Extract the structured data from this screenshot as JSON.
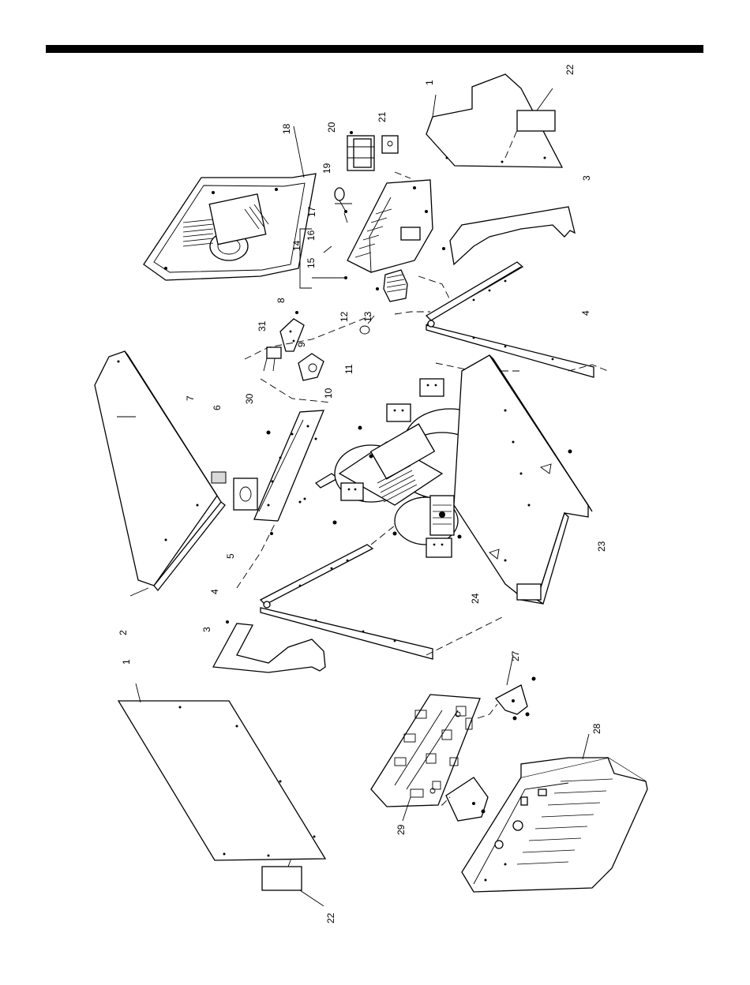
{
  "figure": {
    "type": "exploded-parts-view",
    "callouts": [
      {
        "id": "c1a",
        "label": "1"
      },
      {
        "id": "c1b",
        "label": "1"
      },
      {
        "id": "c2",
        "label": "2"
      },
      {
        "id": "c3a",
        "label": "3"
      },
      {
        "id": "c3b",
        "label": "3"
      },
      {
        "id": "c4a",
        "label": "4"
      },
      {
        "id": "c4b",
        "label": "4"
      },
      {
        "id": "c5",
        "label": "5"
      },
      {
        "id": "c6",
        "label": "6"
      },
      {
        "id": "c7",
        "label": "7"
      },
      {
        "id": "c8",
        "label": "8"
      },
      {
        "id": "c9",
        "label": "9"
      },
      {
        "id": "c10",
        "label": "10"
      },
      {
        "id": "c11",
        "label": "11"
      },
      {
        "id": "c12",
        "label": "12"
      },
      {
        "id": "c13",
        "label": "13"
      },
      {
        "id": "c14",
        "label": "14"
      },
      {
        "id": "c15",
        "label": "15"
      },
      {
        "id": "c16",
        "label": "16"
      },
      {
        "id": "c17",
        "label": "17"
      },
      {
        "id": "c18",
        "label": "18"
      },
      {
        "id": "c19",
        "label": "19"
      },
      {
        "id": "c20",
        "label": "20"
      },
      {
        "id": "c21",
        "label": "21"
      },
      {
        "id": "c22a",
        "label": "22"
      },
      {
        "id": "c22b",
        "label": "22"
      },
      {
        "id": "c23",
        "label": "23"
      },
      {
        "id": "c24",
        "label": "24"
      },
      {
        "id": "c27",
        "label": "27"
      },
      {
        "id": "c28",
        "label": "28"
      },
      {
        "id": "c29",
        "label": "29"
      },
      {
        "id": "c30",
        "label": "30"
      },
      {
        "id": "c31",
        "label": "31"
      }
    ]
  }
}
